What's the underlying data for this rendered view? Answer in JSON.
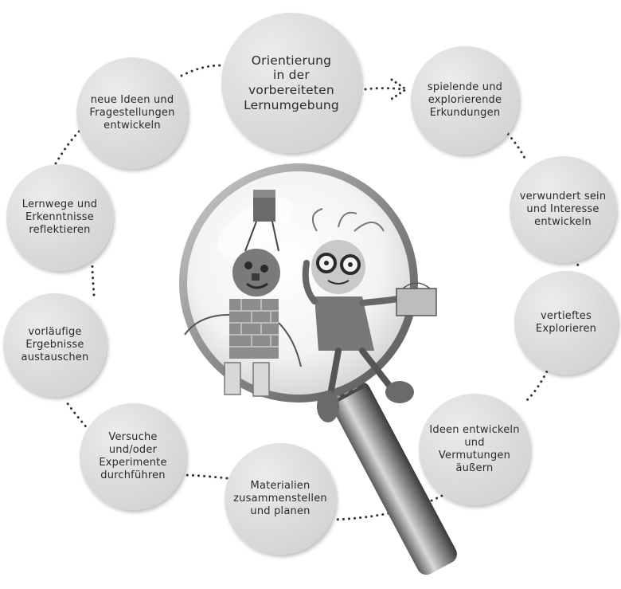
{
  "diagram": {
    "nodes": [
      {
        "id": "orientierung",
        "text": "Orientierung\nin der\nvorbereiteten\nLernumgebung"
      },
      {
        "id": "spielende",
        "text": "spielende und\nexplorierende\nErkundungen"
      },
      {
        "id": "verwundert",
        "text": "verwundert sein\nund Interesse\nentwickeln"
      },
      {
        "id": "vertieftes",
        "text": "vertieftes\nExplorieren"
      },
      {
        "id": "ideen-entwickeln",
        "text": "Ideen entwickeln\nund\nVermutungen\näußern"
      },
      {
        "id": "materialien",
        "text": "Materialien\nzusammenstellen\nund planen"
      },
      {
        "id": "versuche",
        "text": "Versuche\nund/oder\nExperimente\ndurchführen"
      },
      {
        "id": "vorlaeufige",
        "text": "vorläufige\nErgebnisse\naustauschen"
      },
      {
        "id": "lernwege",
        "text": "Lernwege und\nErkenntnisse\nreflektieren"
      },
      {
        "id": "neue-ideen",
        "text": "neue Ideen und\nFragestellungen\nentwickeln"
      }
    ],
    "center_illustration": "magnifying-glass-with-two-puppet-figures",
    "colors": {
      "node_fill": "#d9d9d9",
      "text": "#2a2a2a",
      "connector": "#333333"
    }
  }
}
